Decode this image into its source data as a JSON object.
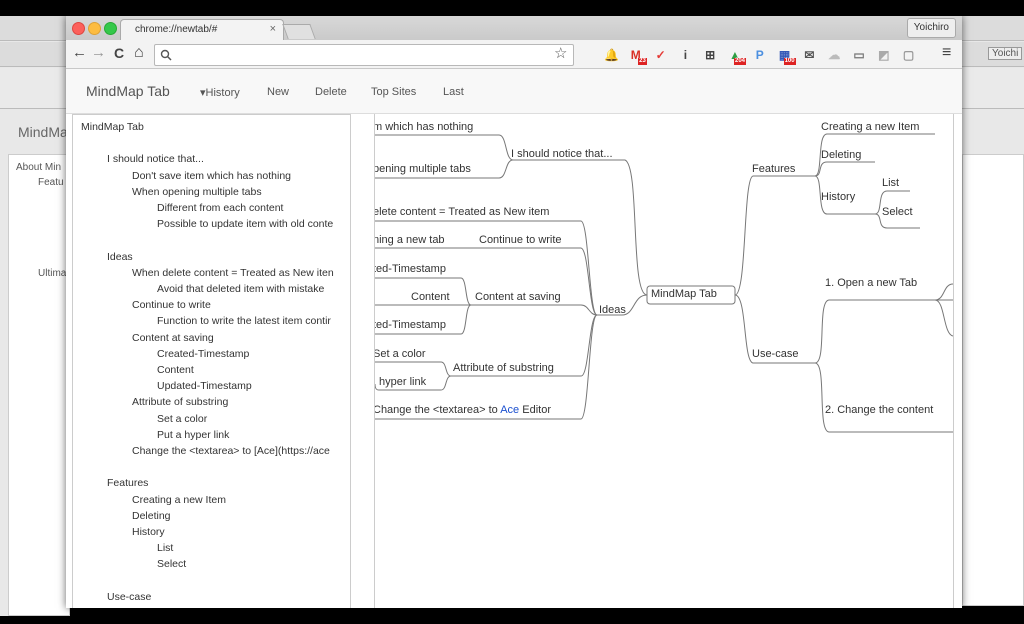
{
  "browser": {
    "tab_title": "chrome://newtab/#",
    "tab_close": "×",
    "user_name": "Yoichiro",
    "address_value": "",
    "address_placeholder": "",
    "nav_back": "←",
    "nav_forward": "→",
    "nav_reload": "C",
    "nav_home": "⌂",
    "star": "☆",
    "menu": "≡",
    "extensions": [
      {
        "name": "bell-icon",
        "glyph": "🔔",
        "color": "#666"
      },
      {
        "name": "gmail-icon",
        "glyph": "M",
        "color": "#d93025",
        "badge": "23"
      },
      {
        "name": "pocket-icon",
        "glyph": "✓",
        "color": "#e53935"
      },
      {
        "name": "info-icon",
        "glyph": "i",
        "color": "#444"
      },
      {
        "name": "grid-icon",
        "glyph": "⊞",
        "color": "#444"
      },
      {
        "name": "feedly-icon",
        "glyph": "▲",
        "color": "#2e9e44",
        "badge": "204"
      },
      {
        "name": "doc-icon",
        "glyph": "P",
        "color": "#4b8fe0"
      },
      {
        "name": "calendar-icon",
        "glyph": "▦",
        "color": "#3558b8",
        "badge": "100"
      },
      {
        "name": "mail-icon",
        "glyph": "✉",
        "color": "#555"
      },
      {
        "name": "cloud-icon",
        "glyph": "☁",
        "color": "#bbb"
      },
      {
        "name": "window-icon",
        "glyph": "▭",
        "color": "#777"
      },
      {
        "name": "rss-icon",
        "glyph": "◩",
        "color": "#aaa"
      },
      {
        "name": "page-icon",
        "glyph": "▢",
        "color": "#999"
      }
    ]
  },
  "app": {
    "brand": "MindMap Tab",
    "menu": [
      {
        "id": "history",
        "label": "▾History"
      },
      {
        "id": "new",
        "label": "New"
      },
      {
        "id": "delete",
        "label": "Delete"
      },
      {
        "id": "top-sites",
        "label": "Top Sites"
      },
      {
        "id": "last",
        "label": "Last"
      }
    ]
  },
  "outline": [
    {
      "text": "MindMap Tab",
      "level": 0
    },
    {
      "text": "I should notice that...",
      "level": 1,
      "gap": true
    },
    {
      "text": "Don't save item which has nothing",
      "level": 2
    },
    {
      "text": "When opening multiple tabs",
      "level": 2
    },
    {
      "text": "Different from each content",
      "level": 3
    },
    {
      "text": "Possible to update item with old conte",
      "level": 3
    },
    {
      "text": "Ideas",
      "level": 1,
      "gap": true
    },
    {
      "text": "When delete content = Treated as New iten",
      "level": 2
    },
    {
      "text": "Avoid that deleted item with mistake",
      "level": 3
    },
    {
      "text": "Continue to write",
      "level": 2
    },
    {
      "text": "Function to write the latest item contir",
      "level": 3
    },
    {
      "text": "Content at saving",
      "level": 2
    },
    {
      "text": "Created-Timestamp",
      "level": 3
    },
    {
      "text": "Content",
      "level": 3
    },
    {
      "text": "Updated-Timestamp",
      "level": 3
    },
    {
      "text": "Attribute of substring",
      "level": 2
    },
    {
      "text": "Set a color",
      "level": 3
    },
    {
      "text": "Put a hyper link",
      "level": 3
    },
    {
      "text": "Change the <textarea> to [Ace](https://ace",
      "level": 2
    },
    {
      "text": "Features",
      "level": 1,
      "gap": true
    },
    {
      "text": "Creating a new Item",
      "level": 2
    },
    {
      "text": "Deleting",
      "level": 2
    },
    {
      "text": "History",
      "level": 2
    },
    {
      "text": "List",
      "level": 3
    },
    {
      "text": "Select",
      "level": 3
    },
    {
      "text": "Use-case",
      "level": 1,
      "gap": true
    }
  ],
  "mindmap": {
    "root": "MindMap Tab",
    "nodes": {
      "notice": "I should notice that...",
      "n_nothing": "m which has nothing",
      "n_multi": "pening multiple tabs",
      "ideas": "Ideas",
      "i_delete": "elete content = Treated as New item",
      "i_continue": "Continue to write",
      "i_newtab": "ning a new tab",
      "i_saving": "Content at saving",
      "i_created": "ted-Timestamp",
      "i_content": "Content",
      "i_updated": "ted-Timestamp",
      "i_attr": "Attribute of substring",
      "i_color": "Set a color",
      "i_link": "hyper link",
      "i_change_pre": "Change the <textarea> to ",
      "i_change_ace": "Ace",
      "i_change_post": " Editor",
      "features": "Features",
      "f_create": "Creating a new Item",
      "f_delete": "Deleting",
      "f_history": "History",
      "f_list": "List",
      "f_select": "Select",
      "usecase": "Use-case",
      "u_open": "1. Open a new Tab",
      "u_change": "2. Change the content"
    }
  },
  "background": {
    "left_title": "MindMa",
    "left_lines": [
      "About Min",
      "Featu",
      "Ultima"
    ],
    "right_button": "Yoichi"
  }
}
